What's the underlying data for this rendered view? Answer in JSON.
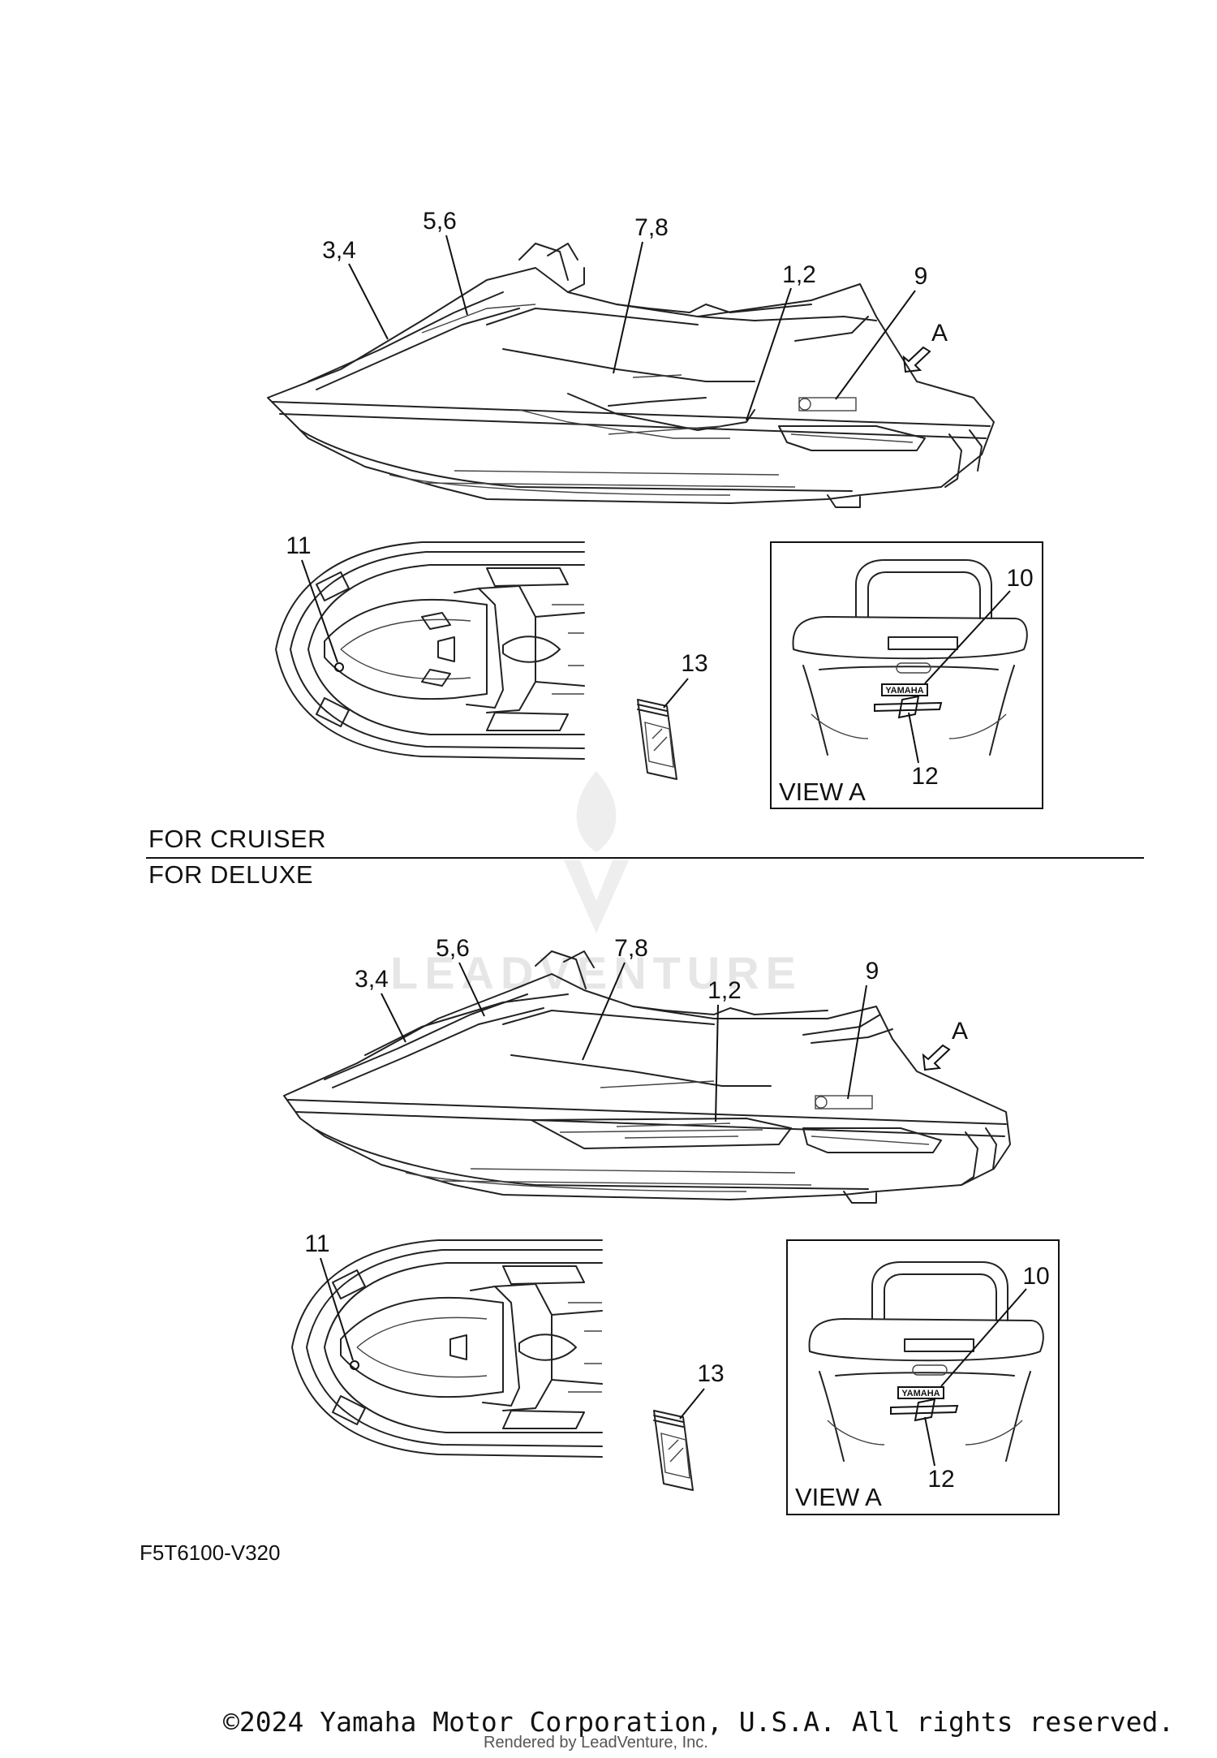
{
  "watermark": {
    "brand": "LEADVENTURE"
  },
  "sections": {
    "cruiser": {
      "label": "FOR CRUISER"
    },
    "deluxe": {
      "label": "FOR DELUXE"
    }
  },
  "cruiser_side_callouts": [
    {
      "id": "c1",
      "text": "3,4"
    },
    {
      "id": "c2",
      "text": "5,6"
    },
    {
      "id": "c3",
      "text": "7,8"
    },
    {
      "id": "c4",
      "text": "1,2"
    },
    {
      "id": "c5",
      "text": "9"
    },
    {
      "id": "c6",
      "text": "A"
    }
  ],
  "cruiser_lower_callouts": [
    {
      "id": "c7",
      "text": "11"
    },
    {
      "id": "c8",
      "text": "13"
    },
    {
      "id": "c9",
      "text": "10"
    },
    {
      "id": "c10",
      "text": "12"
    }
  ],
  "deluxe_side_callouts": [
    {
      "id": "d1",
      "text": "3,4"
    },
    {
      "id": "d2",
      "text": "5,6"
    },
    {
      "id": "d3",
      "text": "7,8"
    },
    {
      "id": "d4",
      "text": "1,2"
    },
    {
      "id": "d5",
      "text": "9"
    },
    {
      "id": "d6",
      "text": "A"
    }
  ],
  "deluxe_lower_callouts": [
    {
      "id": "d7",
      "text": "11"
    },
    {
      "id": "d8",
      "text": "13"
    },
    {
      "id": "d9",
      "text": "10"
    },
    {
      "id": "d10",
      "text": "12"
    }
  ],
  "view_label": "VIEW A",
  "decal_text": {
    "brand_plate": "YAMAHA"
  },
  "diagram_code": "F5T6100-V320",
  "footer": {
    "copyright": "©2024 Yamaha Motor Corporation, U.S.A. All rights reserved.",
    "rendered_by": "Rendered by LeadVenture, Inc."
  }
}
